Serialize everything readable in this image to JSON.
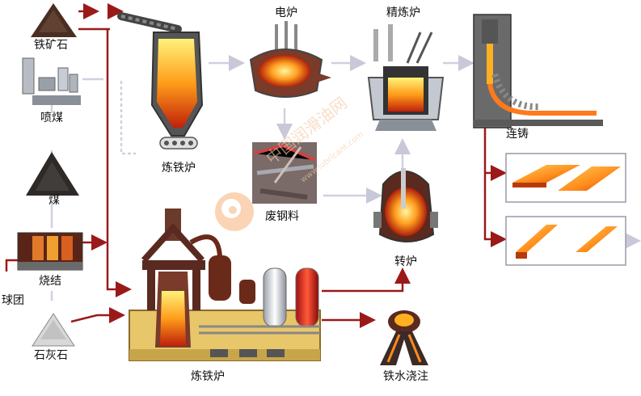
{
  "labels": {
    "iron_ore": "铁矿石",
    "coal_injection": "喷煤",
    "coal": "煤",
    "sinter": "烧结",
    "pellet": "球团",
    "limestone": "石灰石",
    "blast_furnace_top": "炼铁炉",
    "blast_furnace_bottom": "炼铁炉",
    "electric_furnace": "电炉",
    "refining_furnace": "精炼炉",
    "scrap_steel": "废钢料",
    "converter": "转炉",
    "continuous_casting": "连铸",
    "hot_metal_pouring": "铁水浇注"
  },
  "watermark": {
    "text": "中国润滑油网",
    "url": "www.lubricant.com"
  },
  "colors": {
    "flow_line": "#9a1a1a",
    "connector": "#d8d8e8",
    "molten": "#ff8a00",
    "hot": "#ffd400",
    "furnace_body": "#7a3b2b",
    "steel_gray": "#9aa0a8",
    "base_yellow": "#e8c66a"
  }
}
